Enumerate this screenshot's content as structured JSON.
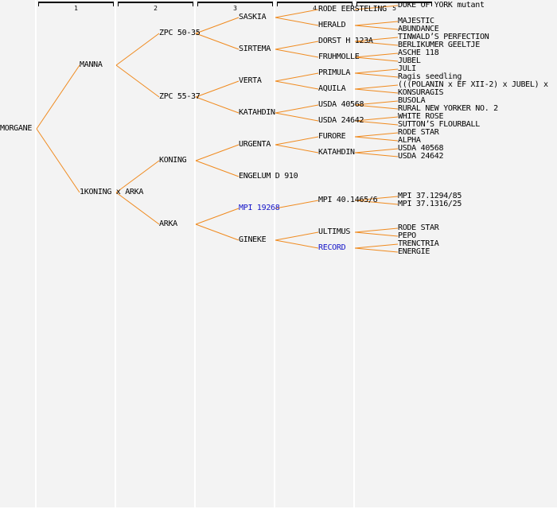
{
  "columns": [
    "1",
    "2",
    "3",
    "4",
    "5"
  ],
  "colors": {
    "edge": "#f08a1e",
    "link": "#1414c8",
    "background": "#f3f3f3"
  },
  "tree": {
    "label": "MORGANE",
    "children": [
      {
        "label": "MANNA",
        "children": [
          {
            "label": "ZPC 50-35",
            "children": [
              {
                "label": "SASKIA",
                "children": [
                  {
                    "label": "RODE EERSTELING",
                    "children": [
                      {
                        "label": "DUKE OF YORK mutant"
                      },
                      null
                    ]
                  },
                  {
                    "label": "HERALD",
                    "children": [
                      {
                        "label": "MAJESTIC"
                      },
                      {
                        "label": "ABUNDANCE"
                      }
                    ]
                  }
                ]
              },
              {
                "label": "SIRTEMA",
                "children": [
                  {
                    "label": "DORST H 123A",
                    "children": [
                      {
                        "label": "TINWALD’S PERFECTION"
                      },
                      {
                        "label": "BERLIKUMER GEELTJE"
                      }
                    ]
                  },
                  {
                    "label": "FRUHMOLLE",
                    "children": [
                      {
                        "label": "ASCHE 118"
                      },
                      {
                        "label": "JUBEL"
                      }
                    ]
                  }
                ]
              }
            ]
          },
          {
            "label": "ZPC 55-37",
            "children": [
              {
                "label": "VERTA",
                "children": [
                  {
                    "label": "PRIMULA",
                    "children": [
                      {
                        "label": "JULI"
                      },
                      {
                        "label": "Ragis seedling"
                      }
                    ]
                  },
                  {
                    "label": "AQUILA",
                    "children": [
                      {
                        "label": "(((POLANIN x EF XII-2) x JUBEL) x"
                      },
                      {
                        "label": "KONSURAGIS"
                      }
                    ]
                  }
                ]
              },
              {
                "label": "KATAHDIN",
                "children": [
                  {
                    "label": "USDA 40568",
                    "children": [
                      {
                        "label": "BUSOLA"
                      },
                      {
                        "label": "RURAL NEW YORKER NO. 2"
                      }
                    ]
                  },
                  {
                    "label": "USDA 24642",
                    "children": [
                      {
                        "label": "WHITE ROSE"
                      },
                      {
                        "label": "SUTTON’S FLOURBALL"
                      }
                    ]
                  }
                ]
              }
            ]
          }
        ]
      },
      {
        "label": "1KONING x ARKA",
        "children": [
          {
            "label": "KONING",
            "children": [
              {
                "label": "URGENTA",
                "children": [
                  {
                    "label": "FURORE",
                    "children": [
                      {
                        "label": "RODE STAR"
                      },
                      {
                        "label": "ALPHA"
                      }
                    ]
                  },
                  {
                    "label": "KATAHDIN",
                    "children": [
                      {
                        "label": "USDA 40568"
                      },
                      {
                        "label": "USDA 24642"
                      }
                    ]
                  }
                ]
              },
              {
                "label": "ENGELUM D 910"
              }
            ]
          },
          {
            "label": "ARKA",
            "children": [
              {
                "label": "MPI 19268",
                "link": true,
                "children": [
                  {
                    "label": "MPI 40.1465/6",
                    "children": [
                      {
                        "label": "MPI 37.1294/85"
                      },
                      {
                        "label": "MPI 37.1316/25"
                      }
                    ]
                  },
                  null
                ]
              },
              {
                "label": "GINEKE",
                "children": [
                  {
                    "label": "ULTIMUS",
                    "children": [
                      {
                        "label": "RODE STAR"
                      },
                      {
                        "label": "PEPO"
                      }
                    ]
                  },
                  {
                    "label": "RECORD",
                    "link": true,
                    "children": [
                      {
                        "label": "TRENCTRIA"
                      },
                      {
                        "label": "ENERGIE"
                      }
                    ]
                  }
                ]
              }
            ]
          }
        ]
      }
    ]
  }
}
